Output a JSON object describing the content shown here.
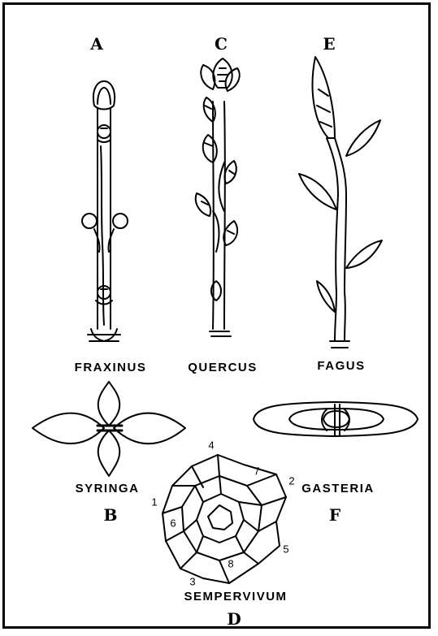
{
  "panels": [
    {
      "letter": "A",
      "name": "FRAXINUS"
    },
    {
      "letter": "C",
      "name": "QUERCUS"
    },
    {
      "letter": "E",
      "name": "FAGUS"
    },
    {
      "letter": "B",
      "name": "SYRINGA"
    },
    {
      "letter": "D",
      "name": "SEMPERVIVUM"
    },
    {
      "letter": "F",
      "name": "GASTERIA"
    }
  ],
  "sempervivum_leaf_numbers": [
    "1",
    "2",
    "3",
    "4",
    "5",
    "6",
    "7",
    "8"
  ]
}
